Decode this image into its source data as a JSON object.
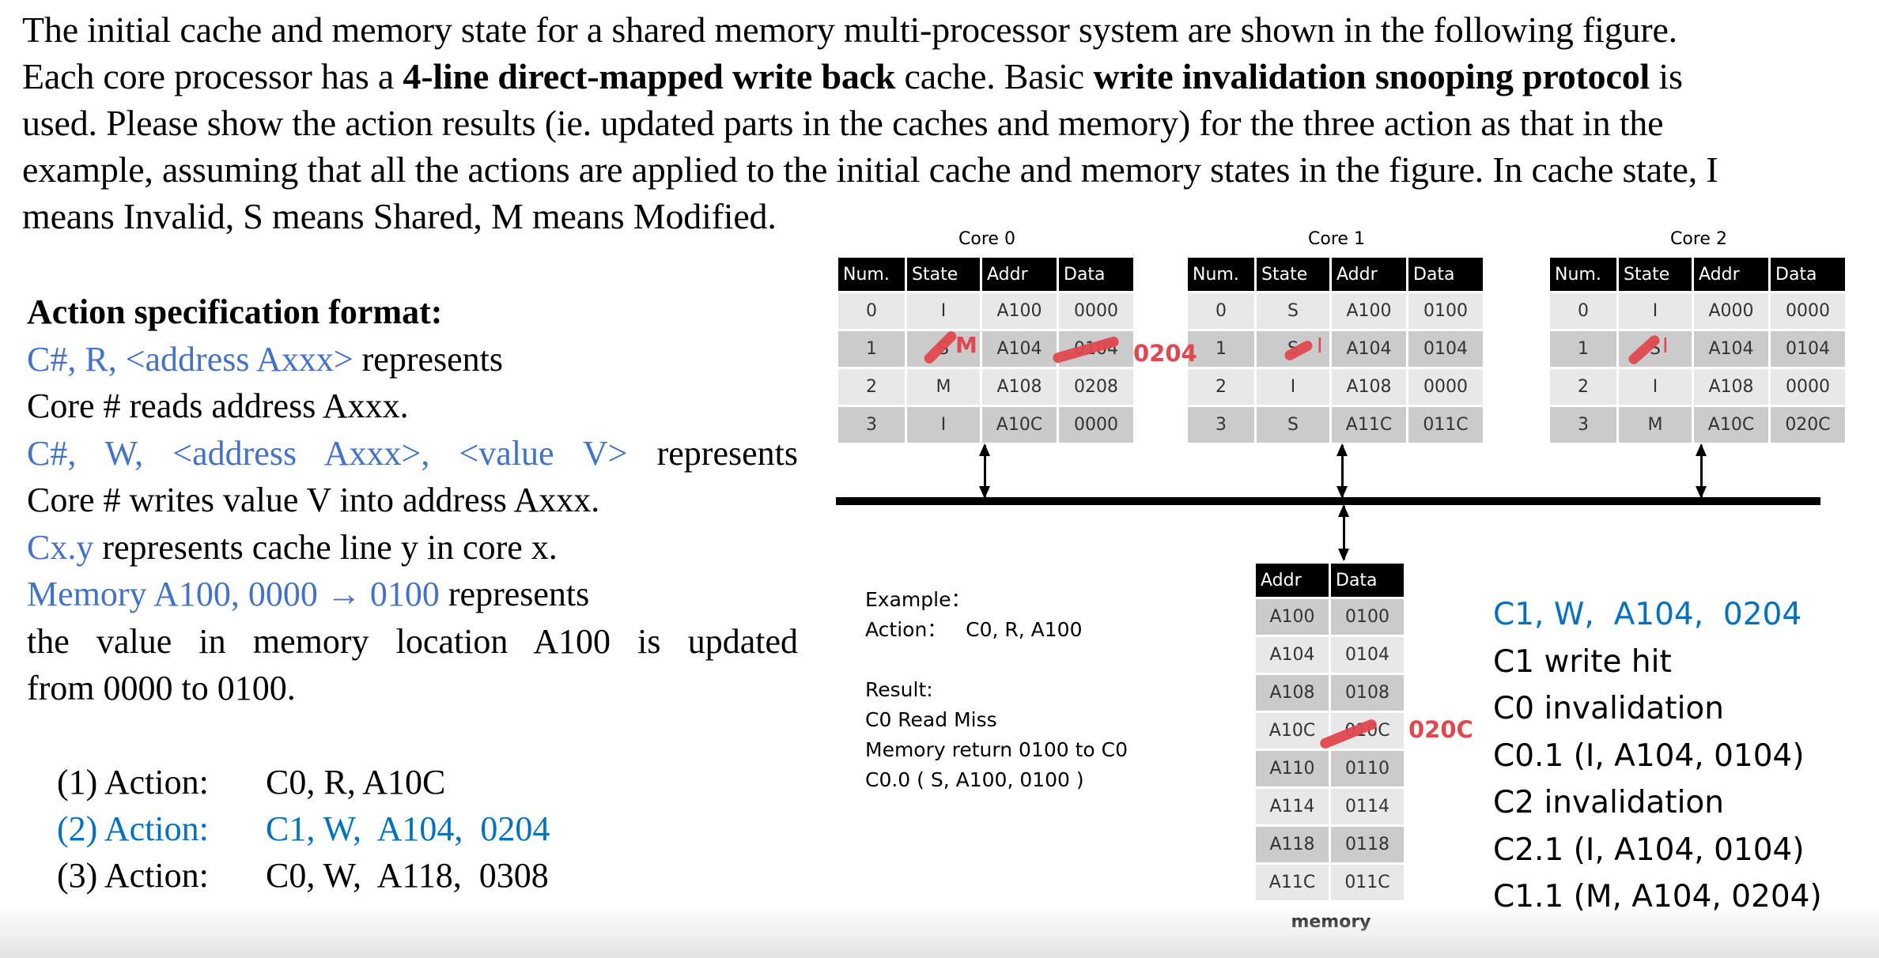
{
  "intro": {
    "lines": [
      "The initial cache and memory state for a shared memory multi-processor system are shown in the following figure.",
      "Each core processor has a ",
      "used. Please show the action results (ie. updated parts in the caches and memory) for the three action as that in the",
      "example, assuming that all the actions are applied to the initial cache and memory states in the figure. In cache state, I",
      "means Invalid, S means Shared, M means Modified."
    ],
    "line2_bold1": "4-line direct-mapped write back",
    "line2_mid": " cache. Basic ",
    "line2_bold2": "write invalidation snooping protocol",
    "line2_end": " is"
  },
  "spec": {
    "heading": "Action specification format:",
    "read_format": "C#, R, <address Axxx>",
    "read_represents": " represents",
    "read_desc": "Core # reads address  Axxx.",
    "write_format": "C#,  W,  <address  Axxx>,  <value  V>",
    "write_represents": " represents",
    "write_desc": "Core #  writes value V into address Axxx.",
    "line_format": "Cx.y",
    "line_desc": " represents cache line y in core x.",
    "mem_format": "Memory A100, 0000 → 0100",
    "mem_represents": " represents",
    "mem_desc1": "the value in memory location A100 is updated",
    "mem_desc2": "from 0000 to 0100."
  },
  "actions": [
    {
      "label": "(1) Action:",
      "value": "C0, R, A10C",
      "highlight": false
    },
    {
      "label": "(2) Action:",
      "value": "C1, W,  A104,  0204",
      "highlight": true
    },
    {
      "label": "(3) Action:",
      "value": "C0, W,  A118,  0308",
      "highlight": false
    }
  ],
  "cache_headers": [
    "Num.",
    "State",
    "Addr",
    "Data"
  ],
  "cores": [
    {
      "title": "Core 0",
      "rows": [
        {
          "num": "0",
          "state": "I",
          "addr": "A100",
          "data": "0000"
        },
        {
          "num": "1",
          "state": "S",
          "addr": "A104",
          "data": "0104"
        },
        {
          "num": "2",
          "state": "M",
          "addr": "A108",
          "data": "0208"
        },
        {
          "num": "3",
          "state": "I",
          "addr": "A10C",
          "data": "0000"
        }
      ],
      "annotations": {
        "state_new": "M",
        "data_new": "0204"
      }
    },
    {
      "title": "Core 1",
      "rows": [
        {
          "num": "0",
          "state": "S",
          "addr": "A100",
          "data": "0100"
        },
        {
          "num": "1",
          "state": "S",
          "addr": "A104",
          "data": "0104"
        },
        {
          "num": "2",
          "state": "I",
          "addr": "A108",
          "data": "0000"
        },
        {
          "num": "3",
          "state": "S",
          "addr": "A11C",
          "data": "011C"
        }
      ],
      "annotations": {
        "state_new": "I"
      }
    },
    {
      "title": "Core 2",
      "rows": [
        {
          "num": "0",
          "state": "I",
          "addr": "A000",
          "data": "0000"
        },
        {
          "num": "1",
          "state": "S",
          "addr": "A104",
          "data": "0104"
        },
        {
          "num": "2",
          "state": "I",
          "addr": "A108",
          "data": "0000"
        },
        {
          "num": "3",
          "state": "M",
          "addr": "A10C",
          "data": "020C"
        }
      ],
      "annotations": {
        "state_new": "I"
      }
    }
  ],
  "memory": {
    "headers": [
      "Addr",
      "Data"
    ],
    "caption": "memory",
    "rows": [
      {
        "addr": "A100",
        "data": "0100"
      },
      {
        "addr": "A104",
        "data": "0104"
      },
      {
        "addr": "A108",
        "data": "0108"
      },
      {
        "addr": "A10C",
        "data": "010C"
      },
      {
        "addr": "A110",
        "data": "0110"
      },
      {
        "addr": "A114",
        "data": "0114"
      },
      {
        "addr": "A118",
        "data": "0118"
      },
      {
        "addr": "A11C",
        "data": "011C"
      }
    ],
    "annotation_new": "020C"
  },
  "example": {
    "title": "Example：",
    "action": "Action：   C0, R, A100",
    "result_label": "Result:",
    "result_lines": [
      "C0 Read Miss",
      "Memory return 0100 to C0",
      "C0.0 ( S, A100, 0100 )"
    ]
  },
  "answer": {
    "action": "C1, W,  A104,  0204",
    "lines": [
      "C1 write hit",
      "C0 invalidation",
      "C0.1 (I, A104, 0104)",
      "C2 invalidation",
      "C2.1 (I, A104, 0104)",
      "C1.1 (M, A104, 0204)"
    ]
  },
  "colors": {
    "spec_blue": "#4472c4",
    "action_blue": "#0070c0",
    "annotation_red": "#e0474f"
  }
}
